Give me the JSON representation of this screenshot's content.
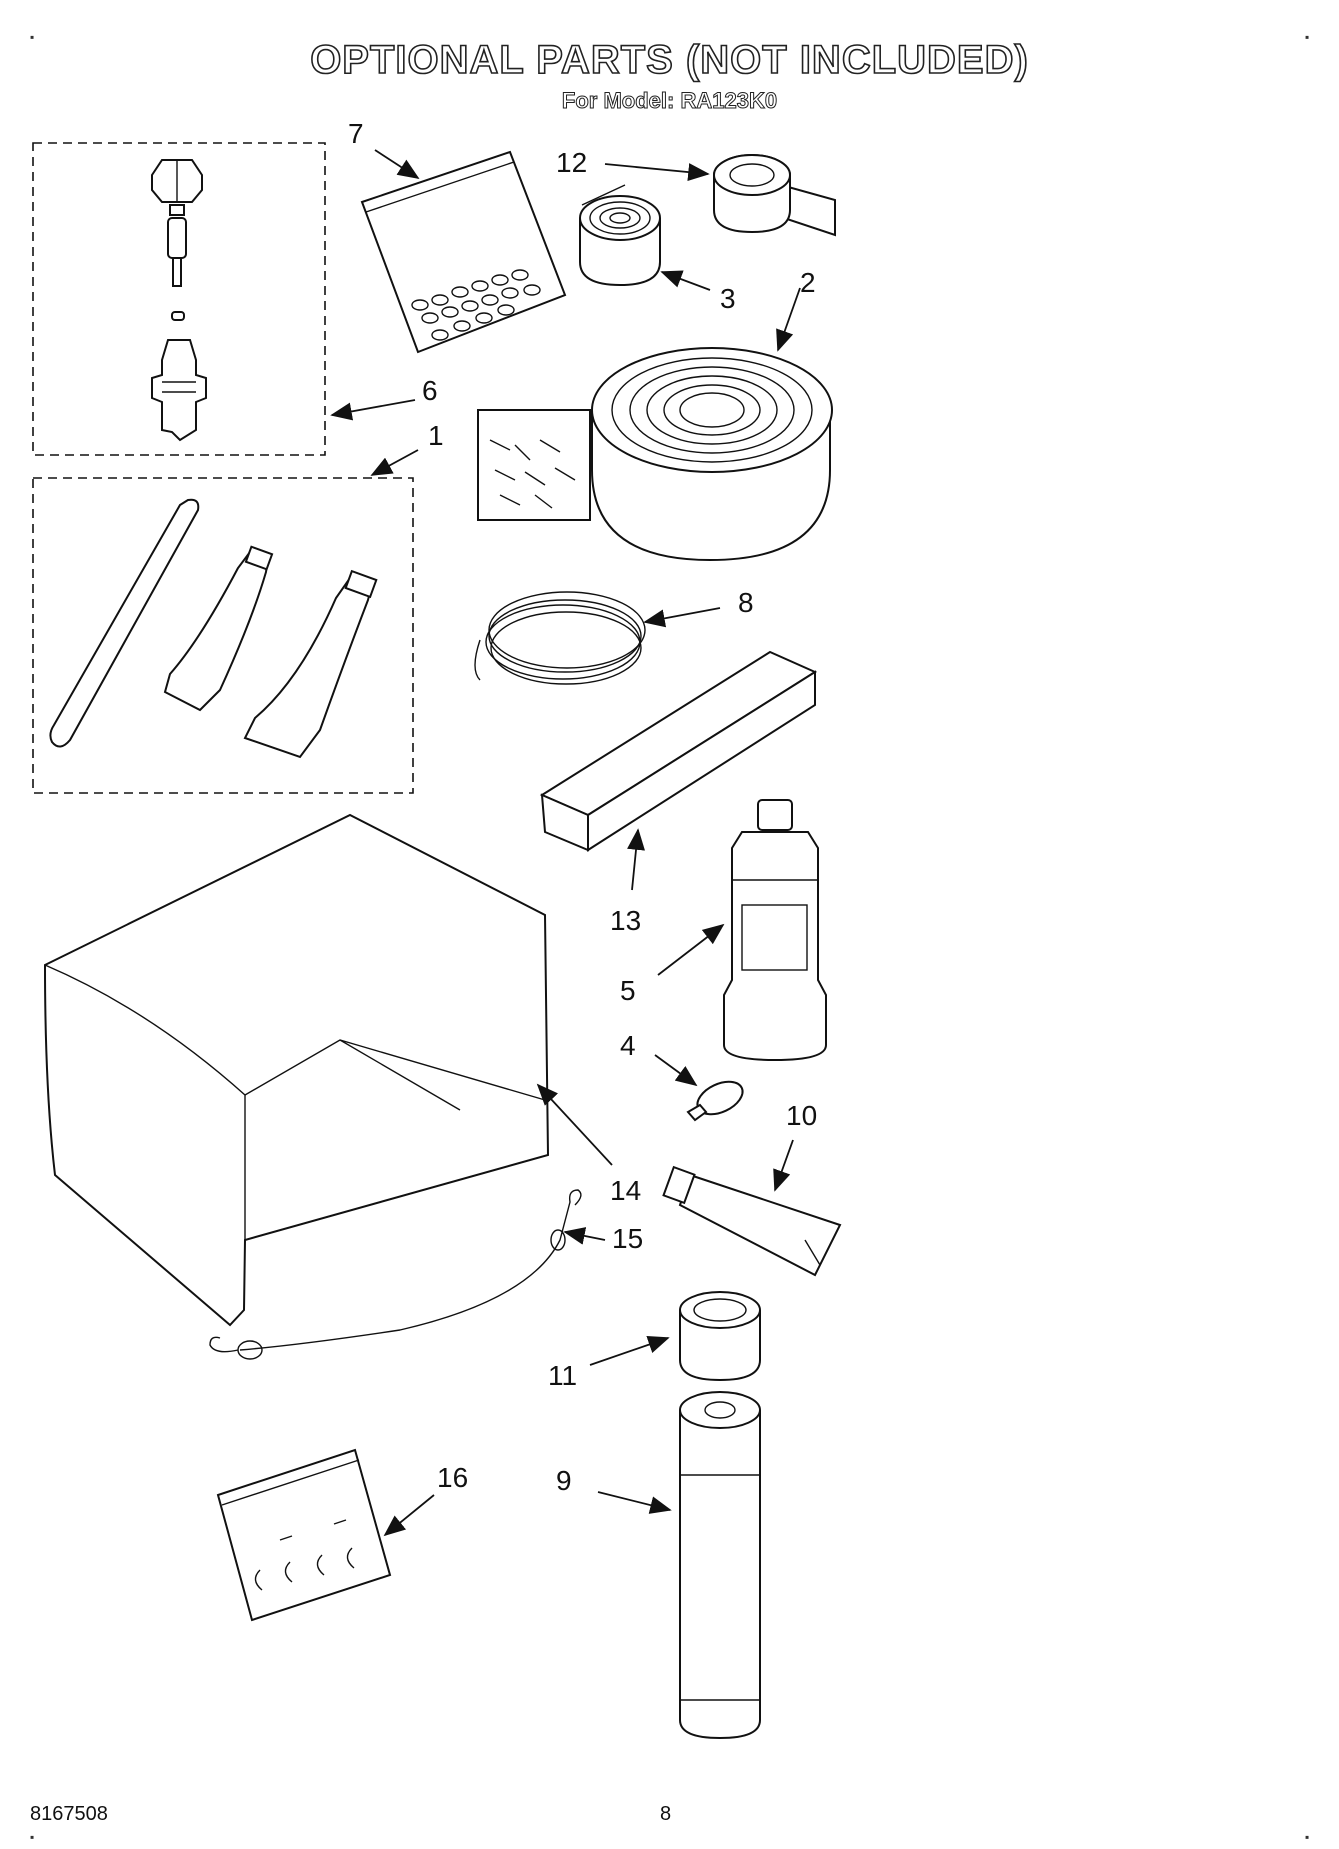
{
  "header": {
    "title": "OPTIONAL PARTS (NOT INCLUDED)",
    "subtitle": "For Model: RA123K0"
  },
  "callouts": {
    "c1": "1",
    "c2": "2",
    "c3": "3",
    "c4": "4",
    "c5": "5",
    "c6": "6",
    "c7": "7",
    "c8": "8",
    "c9": "9",
    "c10": "10",
    "c11": "11",
    "c12": "12",
    "c13": "13",
    "c14": "14",
    "c15": "15",
    "c16": "16"
  },
  "footer": {
    "part_number": "8167508",
    "page_number": "8"
  }
}
